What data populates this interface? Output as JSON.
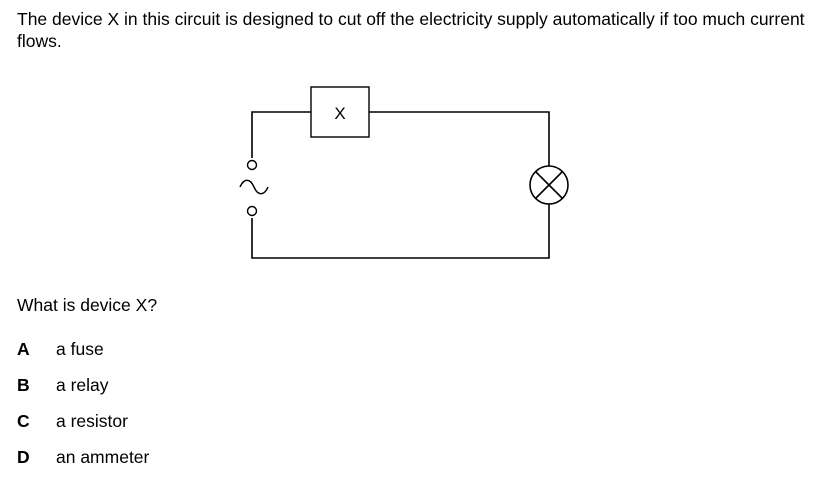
{
  "question": {
    "stem": "The device X in this circuit is designed to cut off the electricity supply automatically if too much current flows.",
    "prompt": "What is device X?"
  },
  "circuit": {
    "device_label": "X",
    "supply_symbol": "~"
  },
  "options": [
    {
      "letter": "A",
      "text": "a fuse"
    },
    {
      "letter": "B",
      "text": "a relay"
    },
    {
      "letter": "C",
      "text": "a resistor"
    },
    {
      "letter": "D",
      "text": "an ammeter"
    }
  ]
}
